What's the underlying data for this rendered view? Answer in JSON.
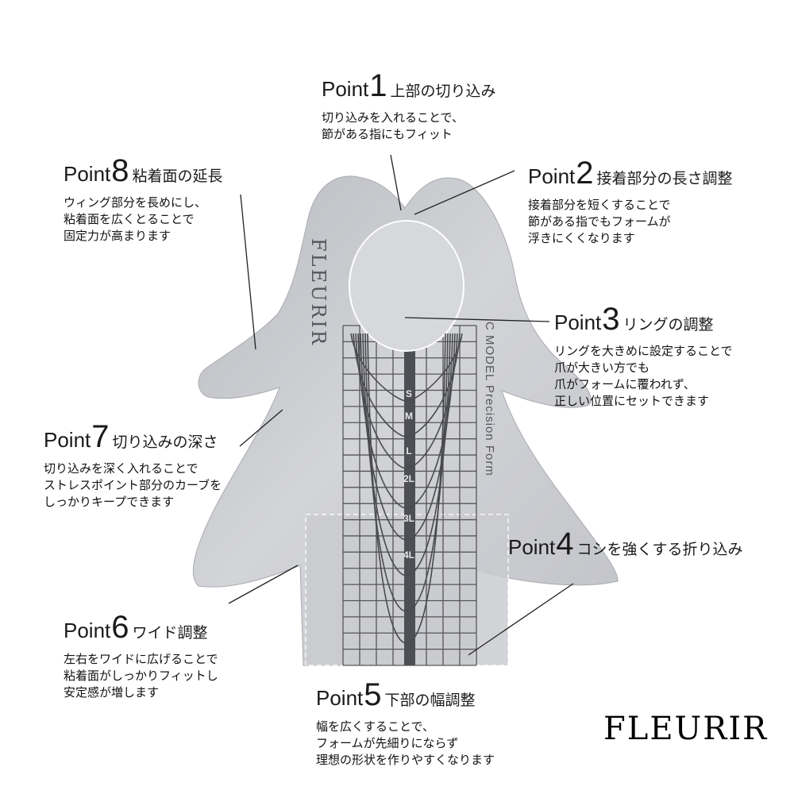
{
  "brand": "FLEURIR",
  "form": {
    "vertical_brand": "FLEURIR",
    "model_text": "C MODEL  Precision Form",
    "sizes": [
      "S",
      "M",
      "L",
      "2L",
      "3L",
      "4L"
    ]
  },
  "colors": {
    "form_silver": "#c9cace",
    "grid": "#555555",
    "line": "#222222"
  },
  "points": [
    {
      "label": "Point",
      "num": "1",
      "title": "上部の切り込み",
      "desc": [
        "切り込みを入れることで、",
        "節がある指にもフィット"
      ]
    },
    {
      "label": "Point",
      "num": "2",
      "title": "接着部分の長さ調整",
      "desc": [
        "接着部分を短くすることで",
        "節がある指でもフォームが",
        "浮きにくくなります"
      ]
    },
    {
      "label": "Point",
      "num": "3",
      "title": "リングの調整",
      "desc": [
        "リングを大きめに設定することで",
        "爪が大きい方でも",
        "爪がフォームに覆われず、",
        "正しい位置にセットできます"
      ]
    },
    {
      "label": "Point",
      "num": "4",
      "title": "コシを強くする折り込み",
      "desc": []
    },
    {
      "label": "Point",
      "num": "5",
      "title": "下部の幅調整",
      "desc": [
        "幅を広くすることで、",
        "フォームが先細りにならず",
        "理想の形状を作りやすくなります"
      ]
    },
    {
      "label": "Point",
      "num": "6",
      "title": "ワイド調整",
      "desc": [
        "左右をワイドに広げることで",
        "粘着面がしっかりフィットし",
        "安定感が増します"
      ]
    },
    {
      "label": "Point",
      "num": "7",
      "title": "切り込みの深さ",
      "desc": [
        "切り込みを深く入れることで",
        "ストレスポイント部分のカーブを",
        "しっかりキープできます"
      ]
    },
    {
      "label": "Point",
      "num": "8",
      "title": "粘着面の延長",
      "desc": [
        "ウィング部分を長めにし、",
        "粘着面を広くとることで",
        "固定力が高まります"
      ]
    }
  ]
}
